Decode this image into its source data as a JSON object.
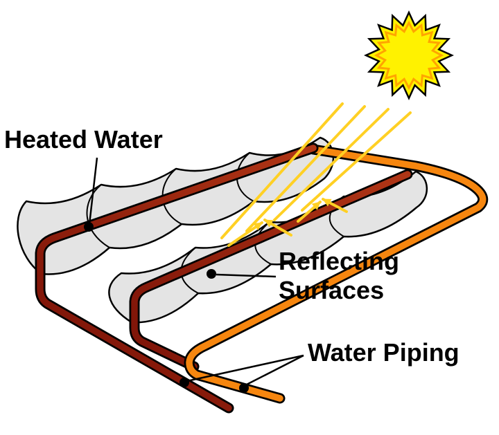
{
  "labels": {
    "heated_water": "Heated Water",
    "reflecting_surfaces_line1": "Reflecting",
    "reflecting_surfaces_line2": "Surfaces",
    "water_piping": "Water Piping"
  },
  "colors": {
    "background": "#FFFFFF",
    "outline": "#000000",
    "sun_fill": "#FFF200",
    "sun_ring": "#FFA400",
    "ray": "#FFD024",
    "reflector_surface": "#E4E4E4",
    "pipe_hot_start": "#B03616",
    "pipe_hot_end": "#7E1408",
    "pipe_cold": "#F6860F"
  }
}
